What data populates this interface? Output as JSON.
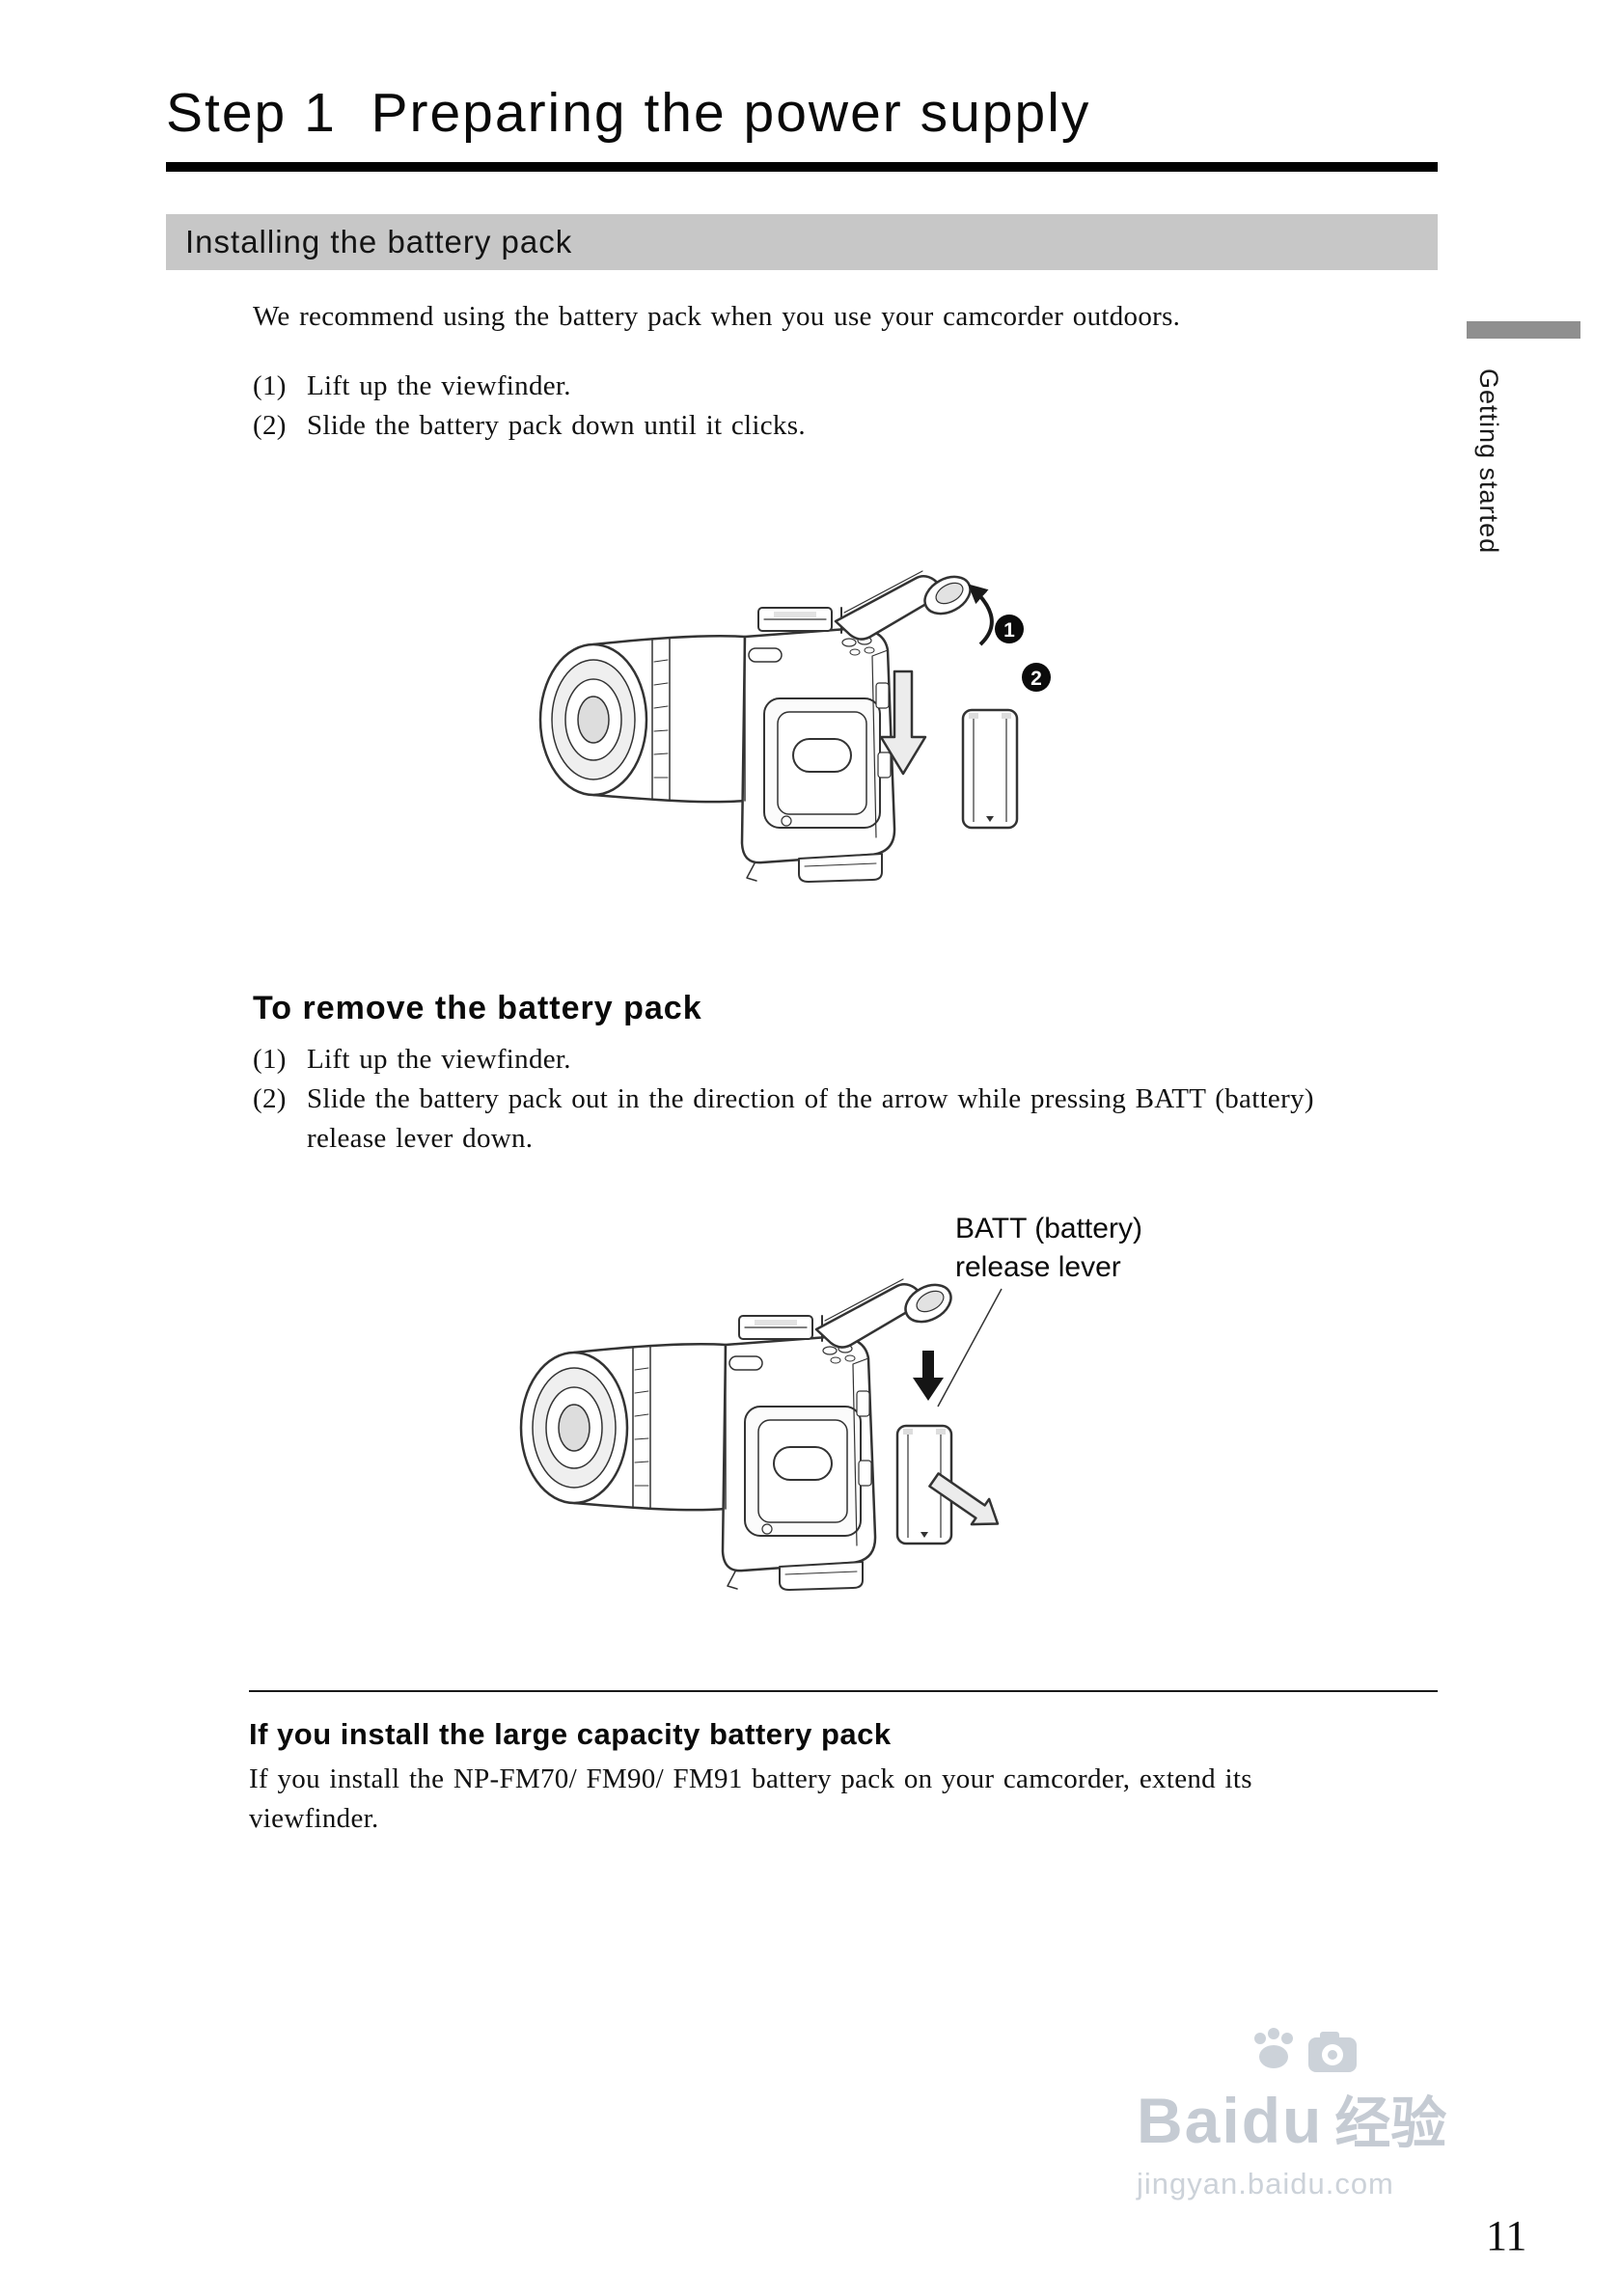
{
  "page": {
    "title": "Step 1  Preparing the power supply",
    "page_number": "11",
    "sidebar_label": "Getting started"
  },
  "install": {
    "banner": "Installing the battery pack",
    "intro": "We recommend using the battery pack when you use your camcorder outdoors.",
    "steps": [
      {
        "num": "(1)",
        "text": "Lift up the viewfinder."
      },
      {
        "num": "(2)",
        "text": "Slide the battery pack down until it clicks."
      }
    ],
    "callouts": [
      "1",
      "2"
    ]
  },
  "remove": {
    "heading": "To remove the battery pack",
    "steps": [
      {
        "num": "(1)",
        "text": "Lift up the viewfinder."
      },
      {
        "num": "(2)",
        "text": "Slide the battery pack out in the direction of the arrow while pressing BATT (battery) release lever down."
      }
    ],
    "figure_label_line1": "BATT (battery)",
    "figure_label_line2": "release lever"
  },
  "note": {
    "heading": "If you install the large capacity battery pack",
    "text": "If you install the NP-FM70/ FM90/ FM91 battery pack on your camcorder, extend its viewfinder."
  },
  "watermark": {
    "brand": "Baidu",
    "brand_suffix": "经验",
    "url": "jingyan.baidu.com"
  },
  "colors": {
    "banner_bg": "#c7c7c7",
    "sidebar_bar": "#8f8f8f",
    "watermark": "#c5cbd3"
  }
}
